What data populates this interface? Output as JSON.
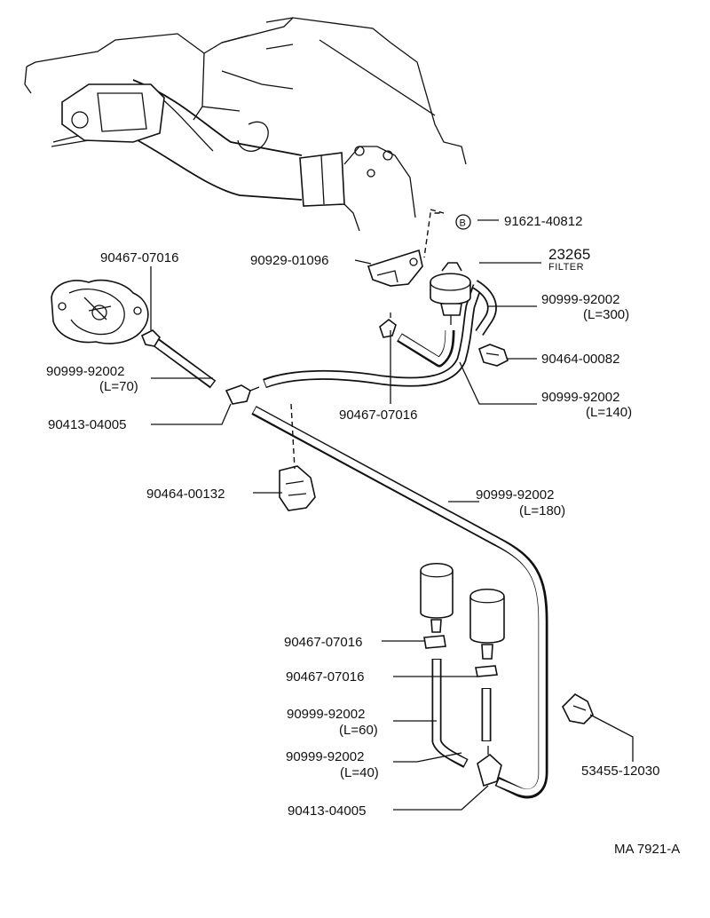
{
  "diagram_id": "MA 7921-A",
  "labels": {
    "p91621": "91621-40812",
    "bolt_letter": "B",
    "p23265": "23265",
    "filter": "FILTER",
    "p90929": "90929-01096",
    "p90467_a": "90467-07016",
    "p90999_300": "90999-92002",
    "len_300": "(L=300)",
    "p90464_82": "90464-00082",
    "p90999_70": "90999-92002",
    "len_70": "(L=70)",
    "p90999_140": "90999-92002",
    "len_140": "(L=140)",
    "p90413_a": "90413-04005",
    "p90467_b": "90467-07016",
    "p90464_132": "90464-00132",
    "p90999_180": "90999-92002",
    "len_180": "(L=180)",
    "p90467_c": "90467-07016",
    "p90467_d": "90467-07016",
    "p90999_60": "90999-92002",
    "len_60": "(L=60)",
    "p90999_40": "90999-92002",
    "len_40": "(L=40)",
    "p53455": "53455-12030",
    "p90413_b": "90413-04005"
  }
}
